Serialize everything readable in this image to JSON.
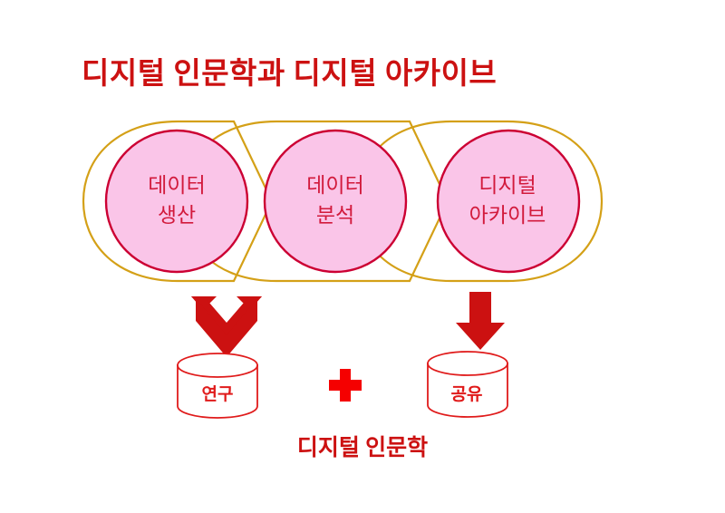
{
  "slide": {
    "title": "디지털 인문학과 디지털 아카이브",
    "caption": "디지털 인문학",
    "background_color": "#FFFFFF"
  },
  "colors": {
    "title_red": "#CC1111",
    "circle_fill": "#FAC5E8",
    "circle_stroke": "#CC0033",
    "chevron_stroke": "#D4A017",
    "arrow_red": "#CC1111",
    "cylinder_stroke": "#E01B1B",
    "cylinder_fill": "#FFFFFF",
    "plus_red": "#F50000"
  },
  "flow": {
    "nodes": [
      {
        "id": "node-1",
        "line1": "데이터",
        "line2": "생산"
      },
      {
        "id": "node-2",
        "line1": "데이터",
        "line2": "분석"
      },
      {
        "id": "node-3",
        "line1": "디지털",
        "line2": "아카이브"
      }
    ]
  },
  "arrows": [
    {
      "id": "arrow-split-down",
      "shape": "double-headed-v-arrow",
      "direction": "down-split"
    },
    {
      "id": "arrow-down",
      "shape": "block-arrow",
      "direction": "down"
    }
  ],
  "outputs": {
    "cylinders": [
      {
        "id": "cylinder-research",
        "label": "연구"
      },
      {
        "id": "cylinder-share",
        "label": "공유"
      }
    ],
    "connector": {
      "id": "plus-symbol",
      "glyph": "plus"
    }
  }
}
